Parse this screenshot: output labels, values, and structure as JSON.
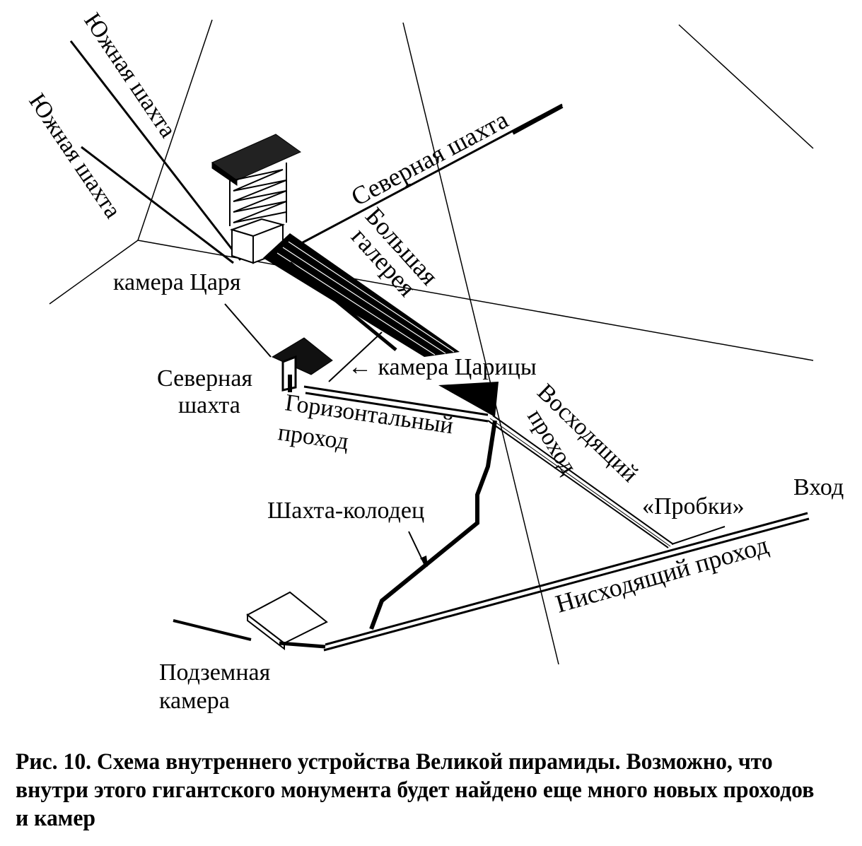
{
  "labels": {
    "south_shaft_1": "Южная шахта",
    "south_shaft_2": "Южная шахта",
    "north_shaft_upper": "Северная шахта",
    "grand_gallery_1": "Большая",
    "grand_gallery_2": "галерея",
    "kings_chamber": "камера Царя",
    "queens_chamber": "← камера Царицы",
    "north_shaft_lower_1": "Северная",
    "north_shaft_lower_2": "шахта",
    "horizontal_passage_1": "Горизонтальный",
    "horizontal_passage_2": "проход",
    "ascending_passage_1": "Восходящий",
    "ascending_passage_2": "проход",
    "plugs": "«Пробки»",
    "entrance": "Вход",
    "well_shaft": "Шахта-колодец",
    "descending_passage": "Нисходящий проход",
    "underground_chamber_1": "Подземная",
    "underground_chamber_2": "камера"
  },
  "caption": {
    "figure_number": "Рис. 10.",
    "text": " Схема внутреннего устройства Великой пирамиды. Возможно, что внутри этого гигантского монумента будет найдено еще много новых проходов и камер"
  },
  "colors": {
    "ink": "#000000",
    "paper": "#ffffff"
  }
}
